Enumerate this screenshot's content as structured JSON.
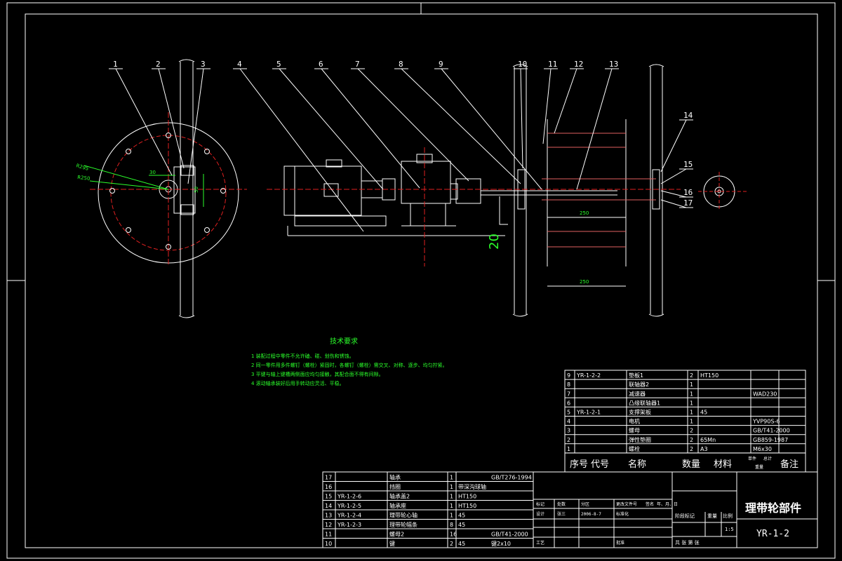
{
  "balloons": [
    "1",
    "2",
    "3",
    "4",
    "5",
    "6",
    "7",
    "8",
    "9",
    "10",
    "11",
    "12",
    "13",
    "14",
    "15",
    "16",
    "17"
  ],
  "dimensions": {
    "radius_outer": "R295",
    "radius_inner": "R250",
    "small_30": "30",
    "small_50": "50",
    "vertical_20": "20",
    "shaft_250_top": "250",
    "shaft_250_bottom": "250"
  },
  "tech_requirements": {
    "title": "技术要求",
    "items": [
      "1  装配过程中零件不允许磕、碰、划伤和锈蚀。",
      "2  同一零件用多件螺钉（螺栓）紧固时，各螺钉（螺栓）需交叉、对称、逐步、均匀拧紧。",
      "3  平键与轴上键槽两侧面应均匀接触，其配合面不得有间隙。",
      "4  滚动轴承装好后用手转动应灵活、平稳。"
    ]
  },
  "parts_upper": [
    {
      "no": "9",
      "code": "YR-1-2-2",
      "name": "垫板1",
      "qty": "2",
      "material": "HT150",
      "note": ""
    },
    {
      "no": "8",
      "code": "",
      "name": "联轴器2",
      "qty": "1",
      "material": "",
      "note": ""
    },
    {
      "no": "7",
      "code": "",
      "name": "减速器",
      "qty": "1",
      "material": "",
      "note": "WAD230"
    },
    {
      "no": "6",
      "code": "",
      "name": "凸缘联轴器1",
      "qty": "1",
      "material": "",
      "note": ""
    },
    {
      "no": "5",
      "code": "YR-1-2-1",
      "name": "支撑架板",
      "qty": "1",
      "material": "45",
      "note": ""
    },
    {
      "no": "4",
      "code": "",
      "name": "电机",
      "qty": "1",
      "material": "",
      "note": "YVP90S-6"
    },
    {
      "no": "3",
      "code": "",
      "name": "螺母",
      "qty": "2",
      "material": "",
      "note": "GB/T41-2000"
    },
    {
      "no": "2",
      "code": "",
      "name": "弹性垫圈",
      "qty": "2",
      "material": "65Mn",
      "note": "GB859-1987"
    },
    {
      "no": "1",
      "code": "",
      "name": "螺栓",
      "qty": "2",
      "material": "A3",
      "note": "M6x30"
    }
  ],
  "header_upper": {
    "no": "序号",
    "code": "代号",
    "name": "名称",
    "qty": "数量",
    "material": "材料",
    "single": "单件",
    "total": "总计",
    "weight": "重量",
    "note": "备注"
  },
  "parts_lower": [
    {
      "no": "17",
      "code": "",
      "name": "轴承",
      "qty": "1",
      "material": "",
      "note": "GB/T276-1994"
    },
    {
      "no": "16",
      "code": "",
      "name": "挡圈",
      "qty": "1",
      "material": "带深沟球轴",
      "note": ""
    },
    {
      "no": "15",
      "code": "YR-1-2-6",
      "name": "轴承盖2",
      "qty": "1",
      "material": "HT150",
      "note": ""
    },
    {
      "no": "14",
      "code": "YR-1-2-5",
      "name": "轴承座",
      "qty": "1",
      "material": "HT150",
      "note": ""
    },
    {
      "no": "13",
      "code": "YR-1-2-4",
      "name": "理带轮心轴",
      "qty": "1",
      "material": "45",
      "note": ""
    },
    {
      "no": "12",
      "code": "YR-1-2-3",
      "name": "理带轮幅条",
      "qty": "8",
      "material": "45",
      "note": ""
    },
    {
      "no": "11",
      "code": "",
      "name": "螺母2",
      "qty": "16",
      "material": "",
      "note": "GB/T41-2000"
    },
    {
      "no": "10",
      "code": "",
      "name": "键",
      "qty": "2",
      "material": "45",
      "note": "键2x10"
    }
  ],
  "title_block": {
    "drawing_title": "理带轮部件",
    "drawing_code": "YR-1-2",
    "scale": "1:5",
    "row_labels": [
      "标记",
      "处数",
      "分区",
      "更改文件号",
      "签名",
      "年、月、日"
    ],
    "design_row": [
      "设计",
      "张三",
      "2006-8-7",
      "标准化"
    ],
    "stage_labels": [
      "阶段标记",
      "重量",
      "比例"
    ],
    "sheet_label": "共  张  第  张",
    "process_label": "工艺",
    "approve_label": "批准"
  }
}
